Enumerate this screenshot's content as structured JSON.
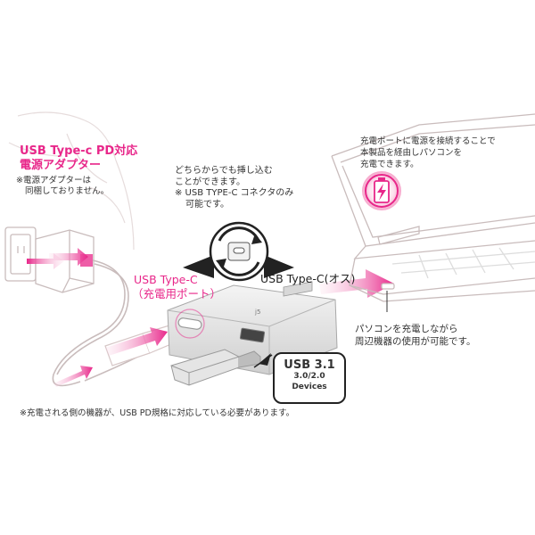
{
  "adapter_title": [
    "USB Type-c PD対応",
    "電源アダプター"
  ],
  "adapter_note": [
    "※電源アダプターは",
    "同梱しておりません。"
  ],
  "reversible_note": [
    "どちらからでも挿し込む",
    "ことができます。",
    "※ USB TYPE-C コネクタのみ",
    "可能です。"
  ],
  "charging_port_label": [
    "USB Type-C",
    "（充電用ポート）"
  ],
  "male_connector_label": "USB Type-C(オス)",
  "laptop_charge_note": [
    "充電ポートに電源を接続することで",
    "本製品を経由しパソコンを",
    "充電できます。"
  ],
  "laptop_usage_note": [
    "パソコンを充電しながら",
    "周辺機器の使用が可能です。"
  ],
  "usb_badge": {
    "title": "USB 3.1",
    "sub1": "3.0/2.0",
    "sub2": "Devices"
  },
  "footnote": "※充電される側の機器が、USB PD規格に対応している必要があります。",
  "colors": {
    "accent": "#e8278a",
    "line": "#c9bcbc",
    "dark": "#222222"
  },
  "icons": [
    "lightning-icon",
    "reversible-arrows-icon",
    "pointer-arrow-icon"
  ]
}
